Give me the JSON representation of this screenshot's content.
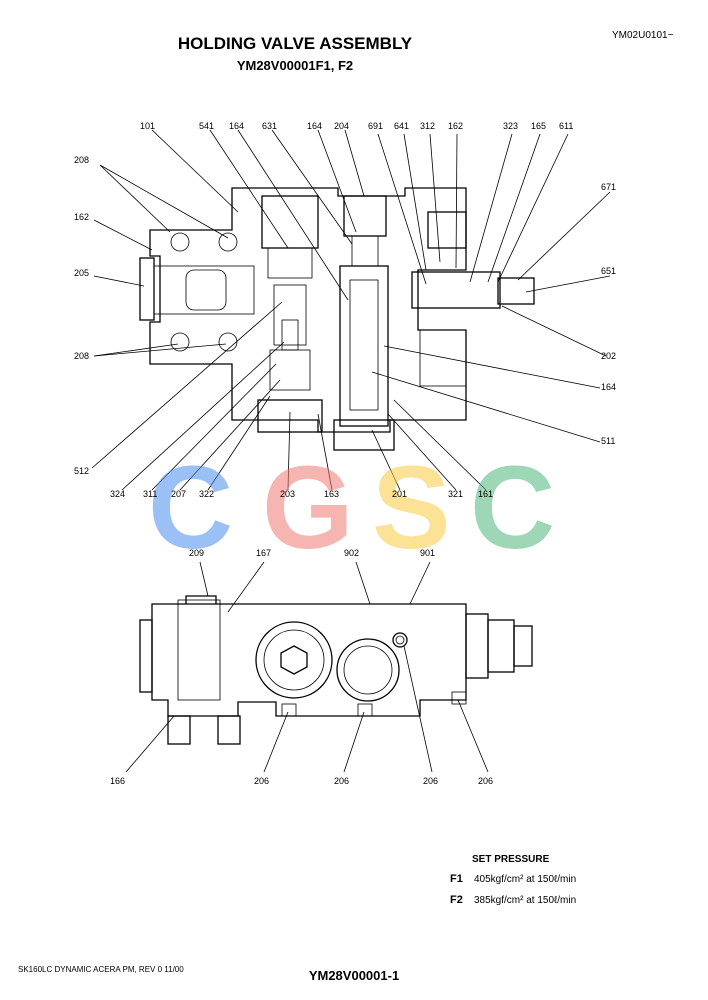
{
  "header": {
    "doc_code": "YM02U0101~",
    "title": "HOLDING VALVE ASSEMBLY",
    "subtitle": "YM28V00001F1, F2"
  },
  "watermark": {
    "letters": [
      "C",
      "G",
      "S",
      "C"
    ],
    "colors": [
      "#4a8ef0",
      "#f07a70",
      "#f8cc40",
      "#4fb87a"
    ]
  },
  "top_view_labels": {
    "l101": "101",
    "l541": "541",
    "l164a": "164",
    "l631": "631",
    "l164b": "164",
    "l204": "204",
    "l691": "691",
    "l641": "641",
    "l312": "312",
    "l162a": "162",
    "l323": "323",
    "l165": "165",
    "l611": "611",
    "l208a": "208",
    "l162b": "162",
    "l205": "205",
    "l208b": "208",
    "l671": "671",
    "l651": "651",
    "l202": "202",
    "l164c": "164",
    "l511": "511",
    "l512": "512",
    "l324": "324",
    "l311": "311",
    "l207": "207",
    "l322": "322",
    "l203": "203",
    "l163": "163",
    "l201": "201",
    "l321": "321",
    "l161": "161"
  },
  "side_view_labels": {
    "l209": "209",
    "l167": "167",
    "l902": "902",
    "l901": "901",
    "l166": "166",
    "l206a": "206",
    "l206b": "206",
    "l206c": "206",
    "l206d": "206"
  },
  "set_pressure": {
    "heading": "SET PRESSURE",
    "rows": [
      {
        "key": "F1",
        "text": "405kgf/cm²  at  150ℓ/min"
      },
      {
        "key": "F2",
        "text": "385kgf/cm²  at  150ℓ/min"
      }
    ]
  },
  "footer": {
    "left": "SK160LC DYNAMIC ACERA PM,  REV 0 11/00",
    "center": "YM28V00001-1"
  }
}
